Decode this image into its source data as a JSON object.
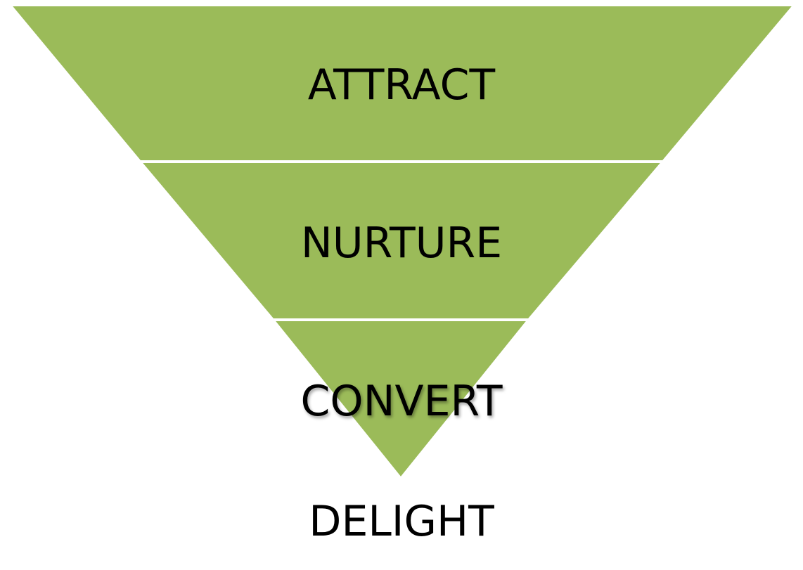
{
  "diagram": {
    "stages": [
      {
        "label": "ATTRACT"
      },
      {
        "label": "NURTURE"
      },
      {
        "label": "CONVERT"
      }
    ],
    "footer_label": "DELIGHT"
  },
  "colors": {
    "fill": "#9bbb59",
    "stroke": "#ffffff",
    "text": "#000000"
  }
}
